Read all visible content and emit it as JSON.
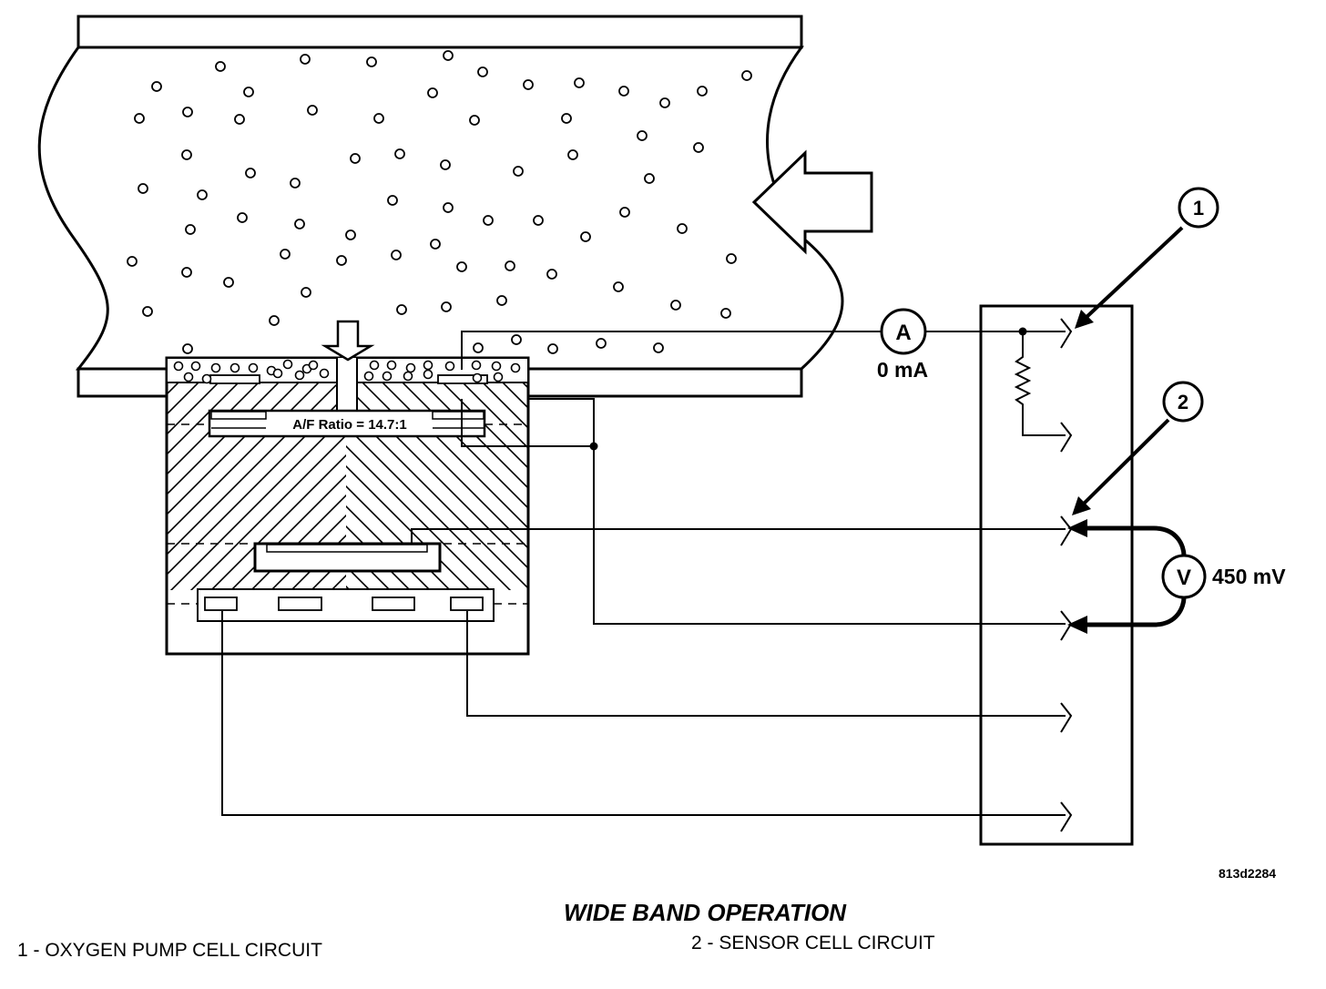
{
  "diagram": {
    "title": "WIDE BAND OPERATION",
    "figure_code": "813d2284",
    "af_ratio_label": "A/F Ratio = 14.7:1",
    "ammeter": {
      "symbol": "A",
      "reading": "0 mA"
    },
    "voltmeter": {
      "symbol": "V",
      "reading": "450 mV"
    },
    "callouts": [
      {
        "number": "1",
        "text": "1 - OXYGEN PUMP CELL CIRCUIT"
      },
      {
        "number": "2",
        "text": "2 - SENSOR CELL CIRCUIT"
      }
    ]
  }
}
